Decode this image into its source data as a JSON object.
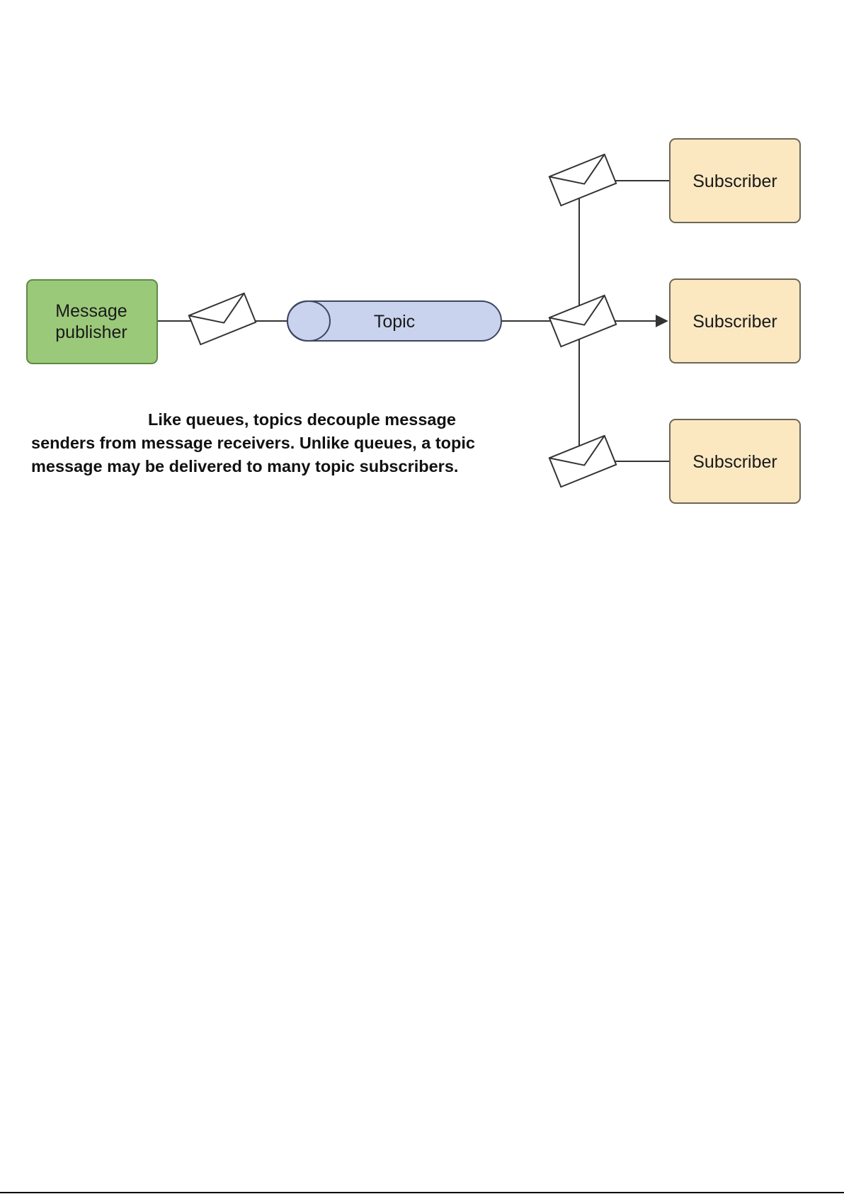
{
  "diagram": {
    "publisher": {
      "line1": "Message",
      "line2": "publisher"
    },
    "topic": {
      "label": "Topic"
    },
    "subscribers": [
      {
        "label": "Subscriber"
      },
      {
        "label": "Subscriber"
      },
      {
        "label": "Subscriber"
      }
    ],
    "message_icon": "envelope-icon",
    "colors": {
      "publisher_fill": "#9bc97a",
      "publisher_stroke": "#5d8a43",
      "topic_fill": "#c9d3ee",
      "topic_stroke": "#3c4660",
      "subscriber_fill": "#fbe8c1",
      "subscriber_stroke": "#6f6657",
      "line": "#333333"
    }
  },
  "caption": {
    "text": "Like queues, topics decouple message senders from message receivers. Unlike queues, a topic message may be delivered to many topic subscribers."
  }
}
